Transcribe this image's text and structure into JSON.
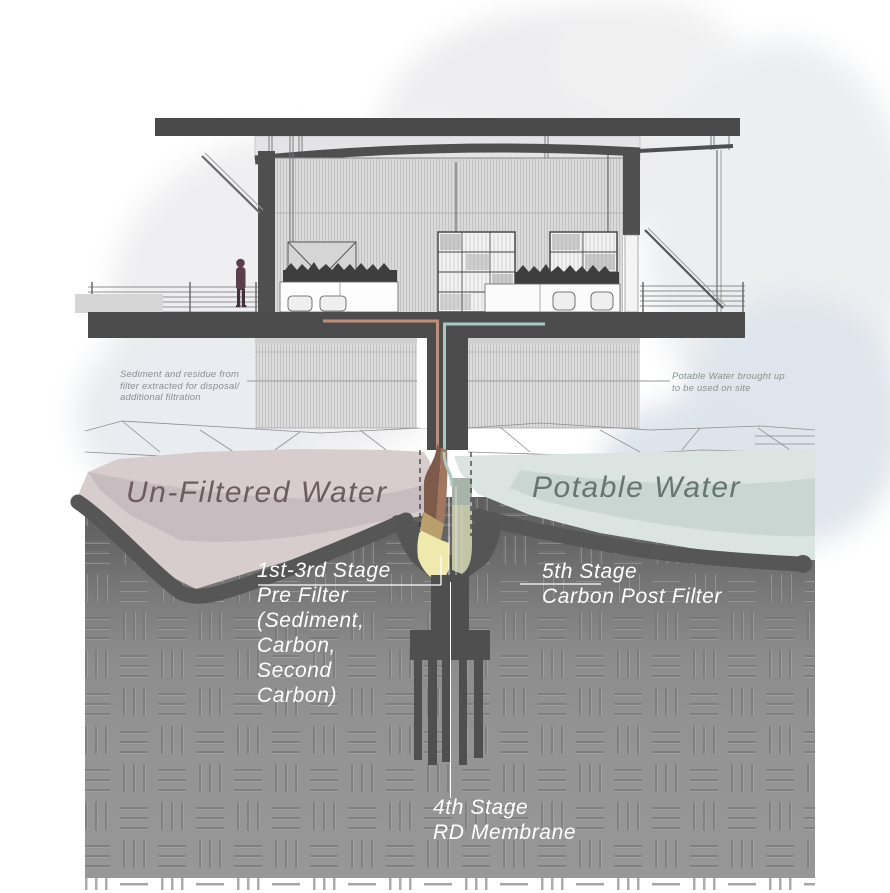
{
  "scene": {
    "type": "architectural-section-water-filtration-diagram",
    "labels": {
      "unfiltered_water": "Un-Filtered Water",
      "potable_water": "Potable Water"
    },
    "notes": {
      "left": [
        "Sediment and residue from",
        "filter extracted for disposal/",
        "additional filtration"
      ],
      "right": [
        "Potable Water brought up",
        "to be used on site"
      ]
    },
    "stages": {
      "prefilter": [
        "1st-3rd Stage",
        "Pre Filter",
        "(Sediment,",
        "Carbon,",
        "Second",
        "Carbon)"
      ],
      "postfilter": [
        "5th Stage",
        "Carbon Post Filter"
      ],
      "membrane": [
        "4th Stage",
        "RD Membrane"
      ]
    },
    "colors": {
      "unfiltered_water_fill": "#d7cdcf",
      "unfiltered_water_streak": "#c2b6b9",
      "potable_water_fill": "#dbe4e0",
      "potable_water_streak": "#c6d2cd",
      "soil_band": "#565656",
      "ground_light": "#979797",
      "ground_dark": "#5e5e5e",
      "structure_dark": "#4c4c4c",
      "pipe_unfiltered": "#bf8d79",
      "pipe_potable": "#a6c9c1",
      "filter_sediment_brown": "#7d5a4a",
      "filter_carbon_tan": "#b99f6c",
      "filter_membrane_cream": "#efe9ae",
      "filter_post_sage": "#c1c5a6",
      "stage_label_text": "#ffffff"
    }
  }
}
